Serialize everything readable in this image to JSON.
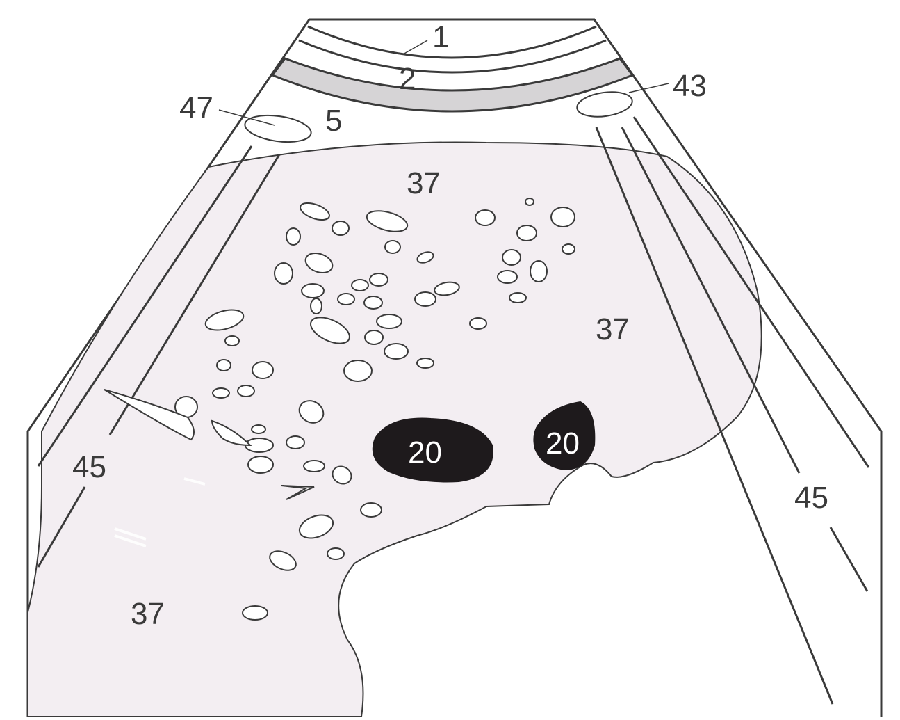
{
  "colors": {
    "background": "#ffffff",
    "outline": "#3a3a3a",
    "liver_fill": "#f3eef2",
    "muscle_band": "#d6d4d6",
    "vessel_fill": "#ffffff",
    "dark_structure": "#1e1a1c"
  },
  "labels": {
    "l1": "1",
    "l2": "2",
    "l5": "5",
    "l43": "43",
    "l47": "47",
    "l37_top": "37",
    "l37_right": "37",
    "l37_bottom": "37",
    "l45_left": "45",
    "l45_right": "45",
    "l20_left": "20",
    "l20_right": "20"
  }
}
